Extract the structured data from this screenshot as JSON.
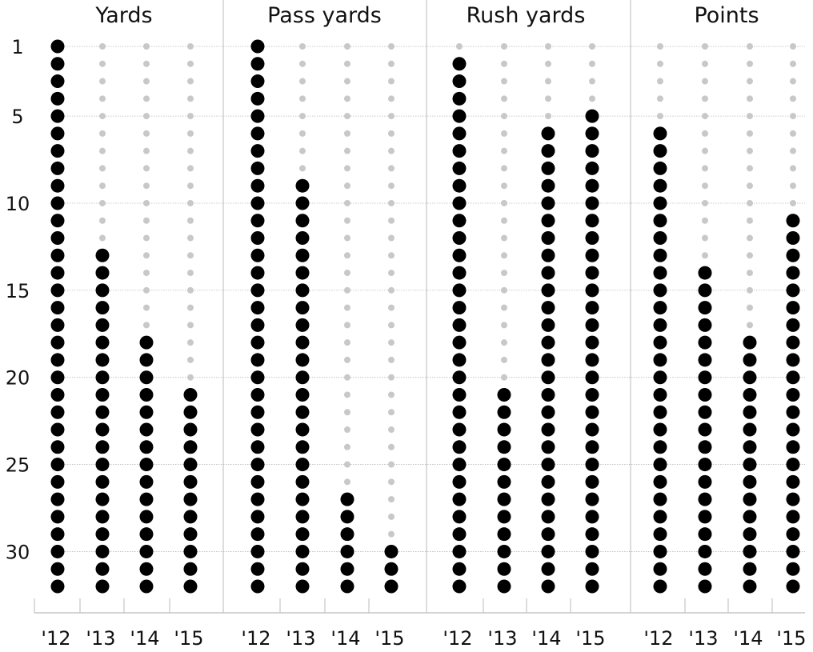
{
  "chart_data": {
    "type": "dot-matrix",
    "y_range": [
      1,
      32
    ],
    "y_ticks": [
      "1",
      "5",
      "10",
      "15",
      "20",
      "25",
      "30"
    ],
    "y_tick_values": [
      1,
      5,
      10,
      15,
      20,
      25,
      30
    ],
    "categories": [
      "'12",
      "'13",
      "'14",
      "'15"
    ],
    "colors": {
      "filled": "#000000",
      "empty": "#c8c8c8",
      "grid": "#bbbbbb"
    },
    "panels": [
      {
        "title": "Yards",
        "ranks": [
          1,
          13,
          18,
          21
        ]
      },
      {
        "title": "Pass yards",
        "ranks": [
          1,
          9,
          27,
          30
        ]
      },
      {
        "title": "Rush yards",
        "ranks": [
          2,
          21,
          6,
          5
        ]
      },
      {
        "title": "Points",
        "ranks": [
          6,
          14,
          18,
          11
        ]
      }
    ]
  }
}
